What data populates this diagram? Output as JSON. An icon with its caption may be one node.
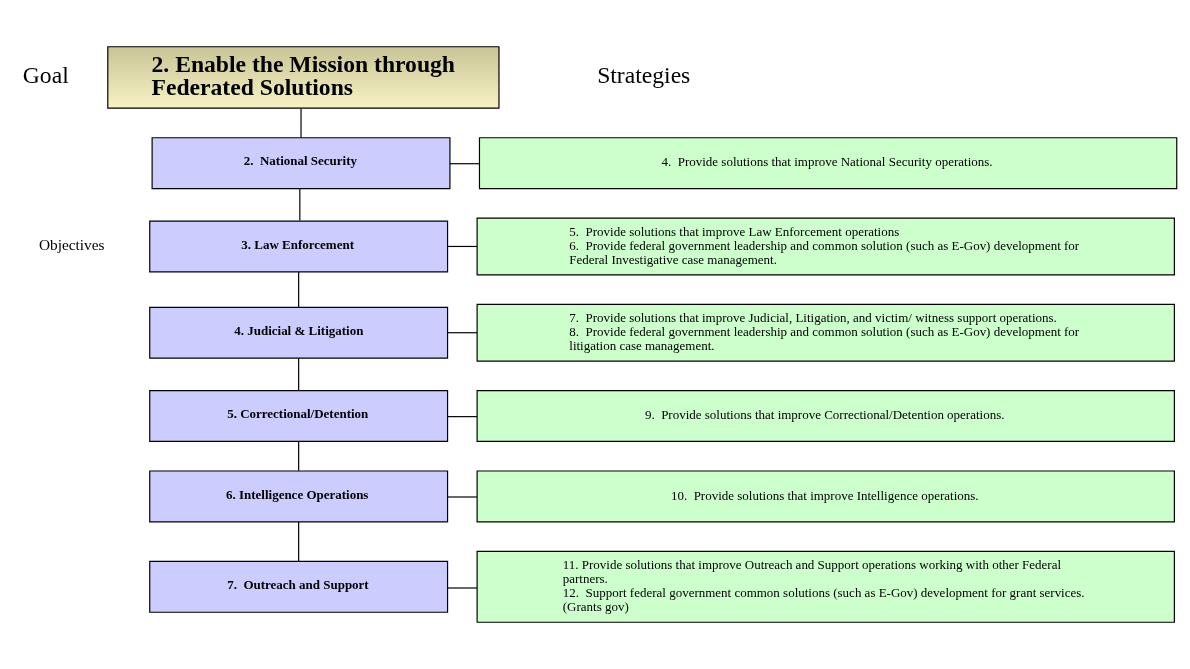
{
  "diagram": {
    "nodes": [
      {
        "text": [
          "2. Enable the Mission through Federated Solutions"
        ]
      },
      {
        "text": [
          "2.  National Security"
        ]
      },
      {
        "text": [
          "4.  Provide solutions that improve National Security operations."
        ]
      },
      {
        "text": [
          "3. Law Enforcement"
        ]
      },
      {
        "text": [
          "5.  Provide solutions that improve Law Enforcement operations",
          "6.  Provide federal government leadership and common solution (such as E-Gov) development for Federal Investigative case management."
        ]
      },
      {
        "text": [
          "4. Judicial & Litigation"
        ]
      },
      {
        "text": [
          "7.  Provide solutions that improve Judicial, Litigation, and victim/ witness support operations.",
          "8.  Provide federal government leadership and common solution (such as E-Gov) development for litigation case management."
        ]
      },
      {
        "text": [
          "5. Correctional/Detention"
        ]
      },
      {
        "text": [
          "9.  Provide solutions that improve Correctional/Detention operations."
        ]
      },
      {
        "text": [
          "6. Intelligence Operations"
        ]
      },
      {
        "text": [
          "10.  Provide solutions that improve Intelligence operations."
        ]
      },
      {
        "text": [
          "7.  Outreach and Support"
        ]
      },
      {
        "text": [
          "11. Provide solutions that improve Outreach and Support operations working with other Federal partners.",
          "12.  Support federal government common solutions (such as E-Gov) development for grant services. (Grants gov)"
        ]
      }
    ],
    "edges": [
      {
        "from": 0,
        "to": 1,
        "arrow": "none"
      },
      {
        "from": 1,
        "to": 2,
        "arrow": "none"
      },
      {
        "from": 1,
        "to": 3,
        "arrow": "none"
      },
      {
        "from": 3,
        "to": 4,
        "arrow": "none"
      },
      {
        "from": 3,
        "to": 5,
        "arrow": "none"
      },
      {
        "from": 5,
        "to": 6,
        "arrow": "none"
      },
      {
        "from": 5,
        "to": 7,
        "arrow": "none"
      },
      {
        "from": 7,
        "to": 8,
        "arrow": "none"
      },
      {
        "from": 7,
        "to": 9,
        "arrow": "none"
      },
      {
        "from": 9,
        "to": 10,
        "arrow": "none"
      },
      {
        "from": 9,
        "to": 11,
        "arrow": "none"
      },
      {
        "from": 11,
        "to": 12,
        "arrow": "none"
      }
    ],
    "labels": [
      "Goal",
      "Strategies",
      "Objectives"
    ]
  }
}
